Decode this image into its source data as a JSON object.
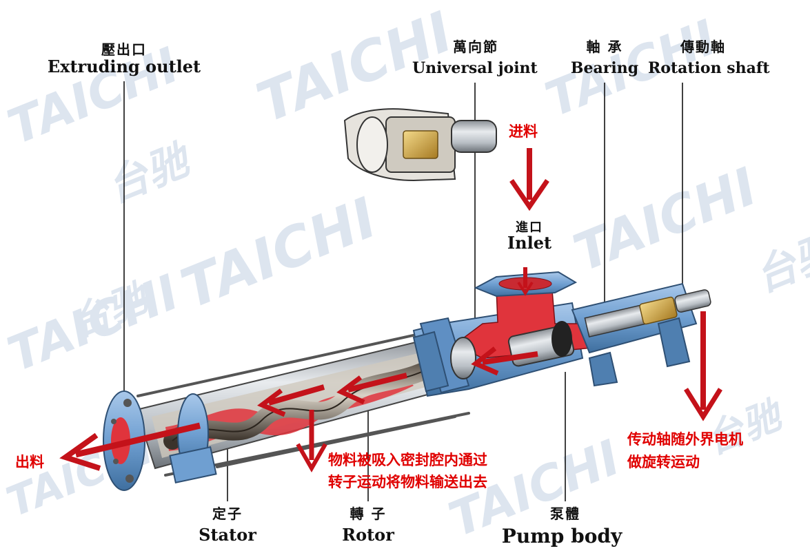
{
  "watermark": {
    "logo_text": "TAICHI",
    "logo_text_zh": "台驰",
    "color": "#dde5ef"
  },
  "labels": {
    "outlet": {
      "zh": "壓出口",
      "en": "Extruding outlet"
    },
    "universal_joint": {
      "zh": "萬向節",
      "en": "Universal joint"
    },
    "bearing": {
      "zh": "軸 承",
      "en": "Bearing"
    },
    "rotation_shaft": {
      "zh": "傳動軸",
      "en": "Rotation shaft"
    },
    "inlet": {
      "zh": "進口",
      "en": "Inlet"
    },
    "stator": {
      "zh": "定子",
      "en": "Stator"
    },
    "rotor": {
      "zh": "轉 子",
      "en": "Rotor"
    },
    "pump_body": {
      "zh": "泵體",
      "en": "Pump body"
    }
  },
  "annotations": {
    "feed_in": "进料",
    "discharge": "出料",
    "flow_note_line1": "物料被吸入密封腔内通过",
    "flow_note_line2": "转子运动将物料输送出去",
    "shaft_note_line1": "传动轴随外界电机",
    "shaft_note_line2": "做旋转运动"
  },
  "colors": {
    "arrow": "#c4121a",
    "annotation_text": "#e00000",
    "pump_blue": "#6f9fd1",
    "fluid_red": "#e0343c"
  }
}
